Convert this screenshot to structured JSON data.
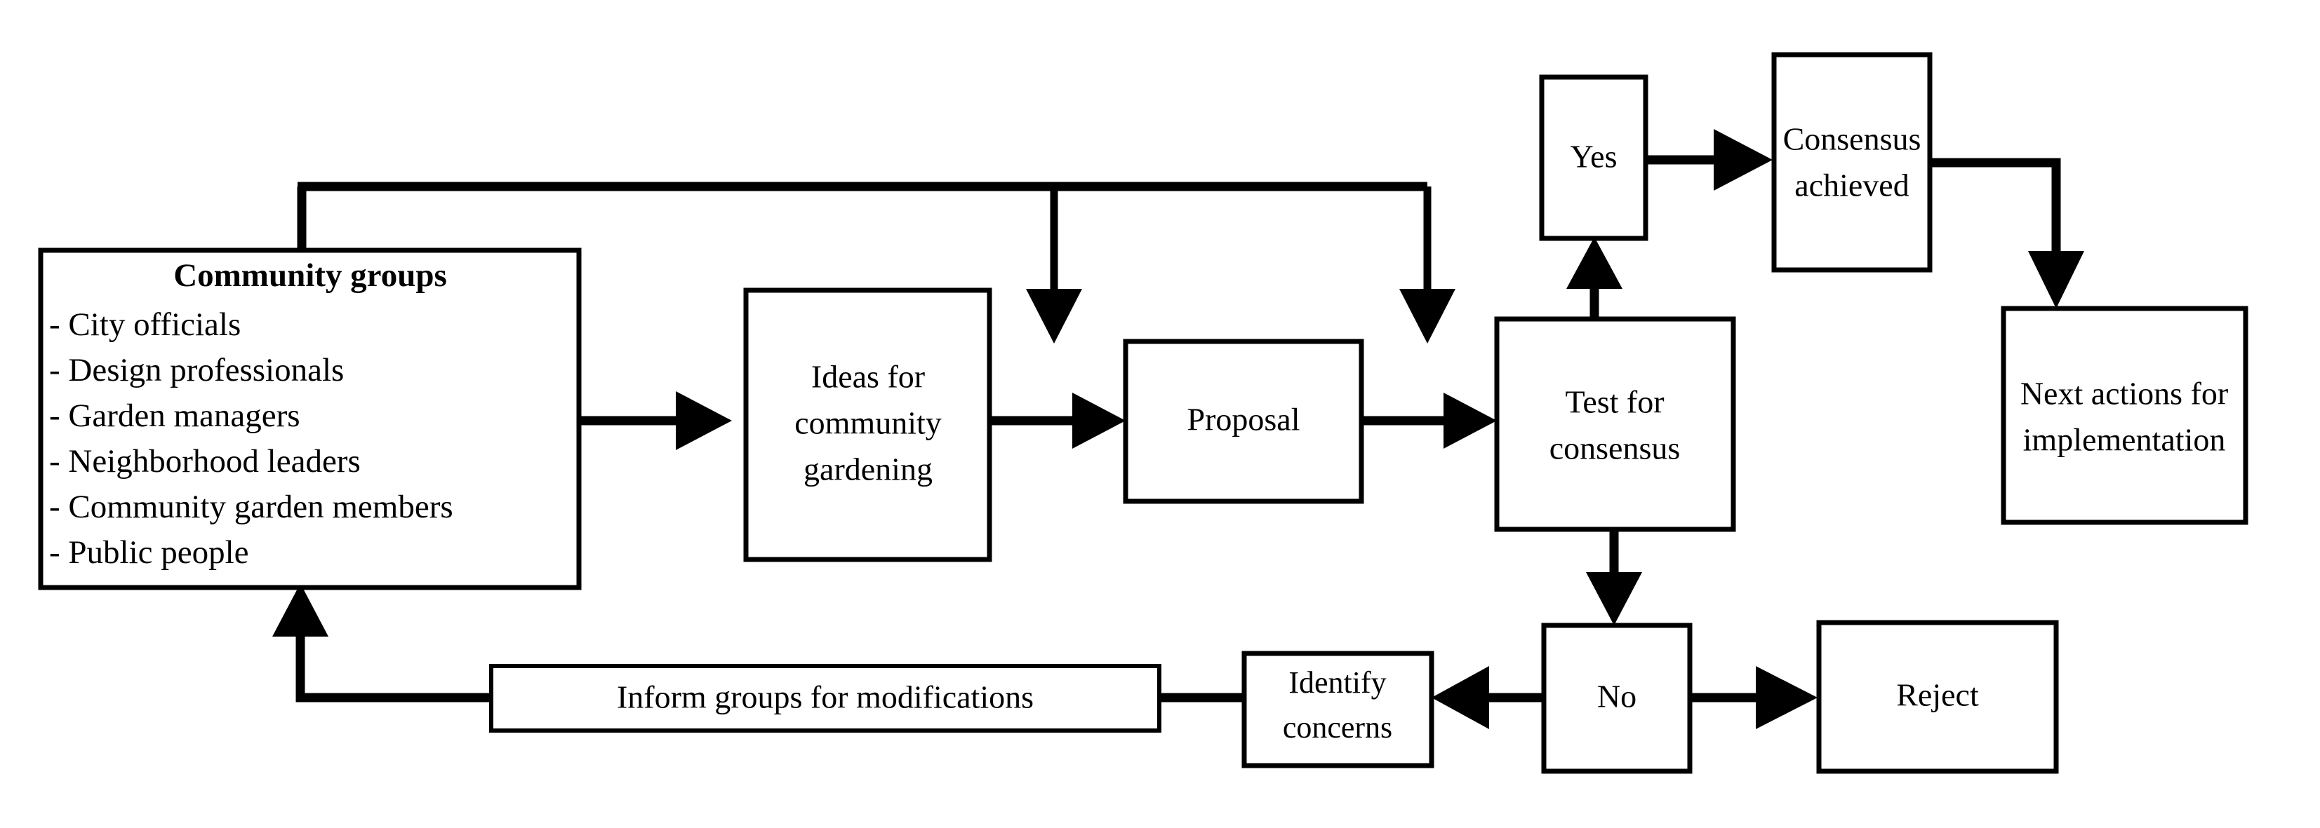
{
  "diagram": {
    "title": "Community gardening consensus process flowchart",
    "background_color": "#ffffff",
    "line_color": "#000000",
    "box_fill": "#ffffff"
  },
  "nodes": {
    "community_groups": {
      "title": "Community groups",
      "items": [
        "- City officials",
        "- Design professionals",
        "- Garden managers",
        "- Neighborhood leaders",
        "- Community garden members",
        "- Public people"
      ]
    },
    "ideas": {
      "line1": "Ideas for",
      "line2": "community",
      "line3": "gardening"
    },
    "proposal": {
      "label": "Proposal"
    },
    "test_for_consensus": {
      "line1": "Test for",
      "line2": "consensus"
    },
    "yes": {
      "label": "Yes"
    },
    "no": {
      "label": "No"
    },
    "consensus_achieved": {
      "line1": "Consensus",
      "line2": "achieved"
    },
    "next_actions": {
      "line1": "Next actions for",
      "line2": "implementation"
    },
    "reject": {
      "label": "Reject"
    },
    "identify_concerns": {
      "line1": "Identify",
      "line2": "concerns"
    },
    "inform_groups": {
      "label": "Inform groups for modifications"
    }
  },
  "edges": [
    {
      "name": "community-groups-to-ideas",
      "from": "community_groups",
      "to": "ideas",
      "arrow": "right"
    },
    {
      "name": "ideas-to-proposal",
      "from": "ideas",
      "to": "proposal",
      "arrow": "right"
    },
    {
      "name": "proposal-to-test",
      "from": "proposal",
      "to": "test_for_consensus",
      "arrow": "right"
    },
    {
      "name": "community-groups-feedback-to-proposal",
      "from": "community_groups",
      "to": "proposal",
      "arrow": "down"
    },
    {
      "name": "community-groups-feedback-to-test",
      "from": "community_groups",
      "to": "test_for_consensus",
      "arrow": "down"
    },
    {
      "name": "test-to-yes",
      "from": "test_for_consensus",
      "to": "yes",
      "arrow": "up"
    },
    {
      "name": "yes-to-consensus-achieved",
      "from": "yes",
      "to": "consensus_achieved",
      "arrow": "right"
    },
    {
      "name": "consensus-achieved-to-next-actions",
      "from": "consensus_achieved",
      "to": "next_actions",
      "arrow": "down"
    },
    {
      "name": "test-to-no",
      "from": "test_for_consensus",
      "to": "no",
      "arrow": "down"
    },
    {
      "name": "no-to-reject",
      "from": "no",
      "to": "reject",
      "arrow": "right"
    },
    {
      "name": "no-to-identify-concerns",
      "from": "no",
      "to": "identify_concerns",
      "arrow": "left"
    },
    {
      "name": "identify-concerns-to-inform-groups",
      "from": "identify_concerns",
      "to": "inform_groups",
      "arrow": "none"
    },
    {
      "name": "inform-groups-to-community-groups",
      "from": "inform_groups",
      "to": "community_groups",
      "arrow": "up"
    }
  ]
}
